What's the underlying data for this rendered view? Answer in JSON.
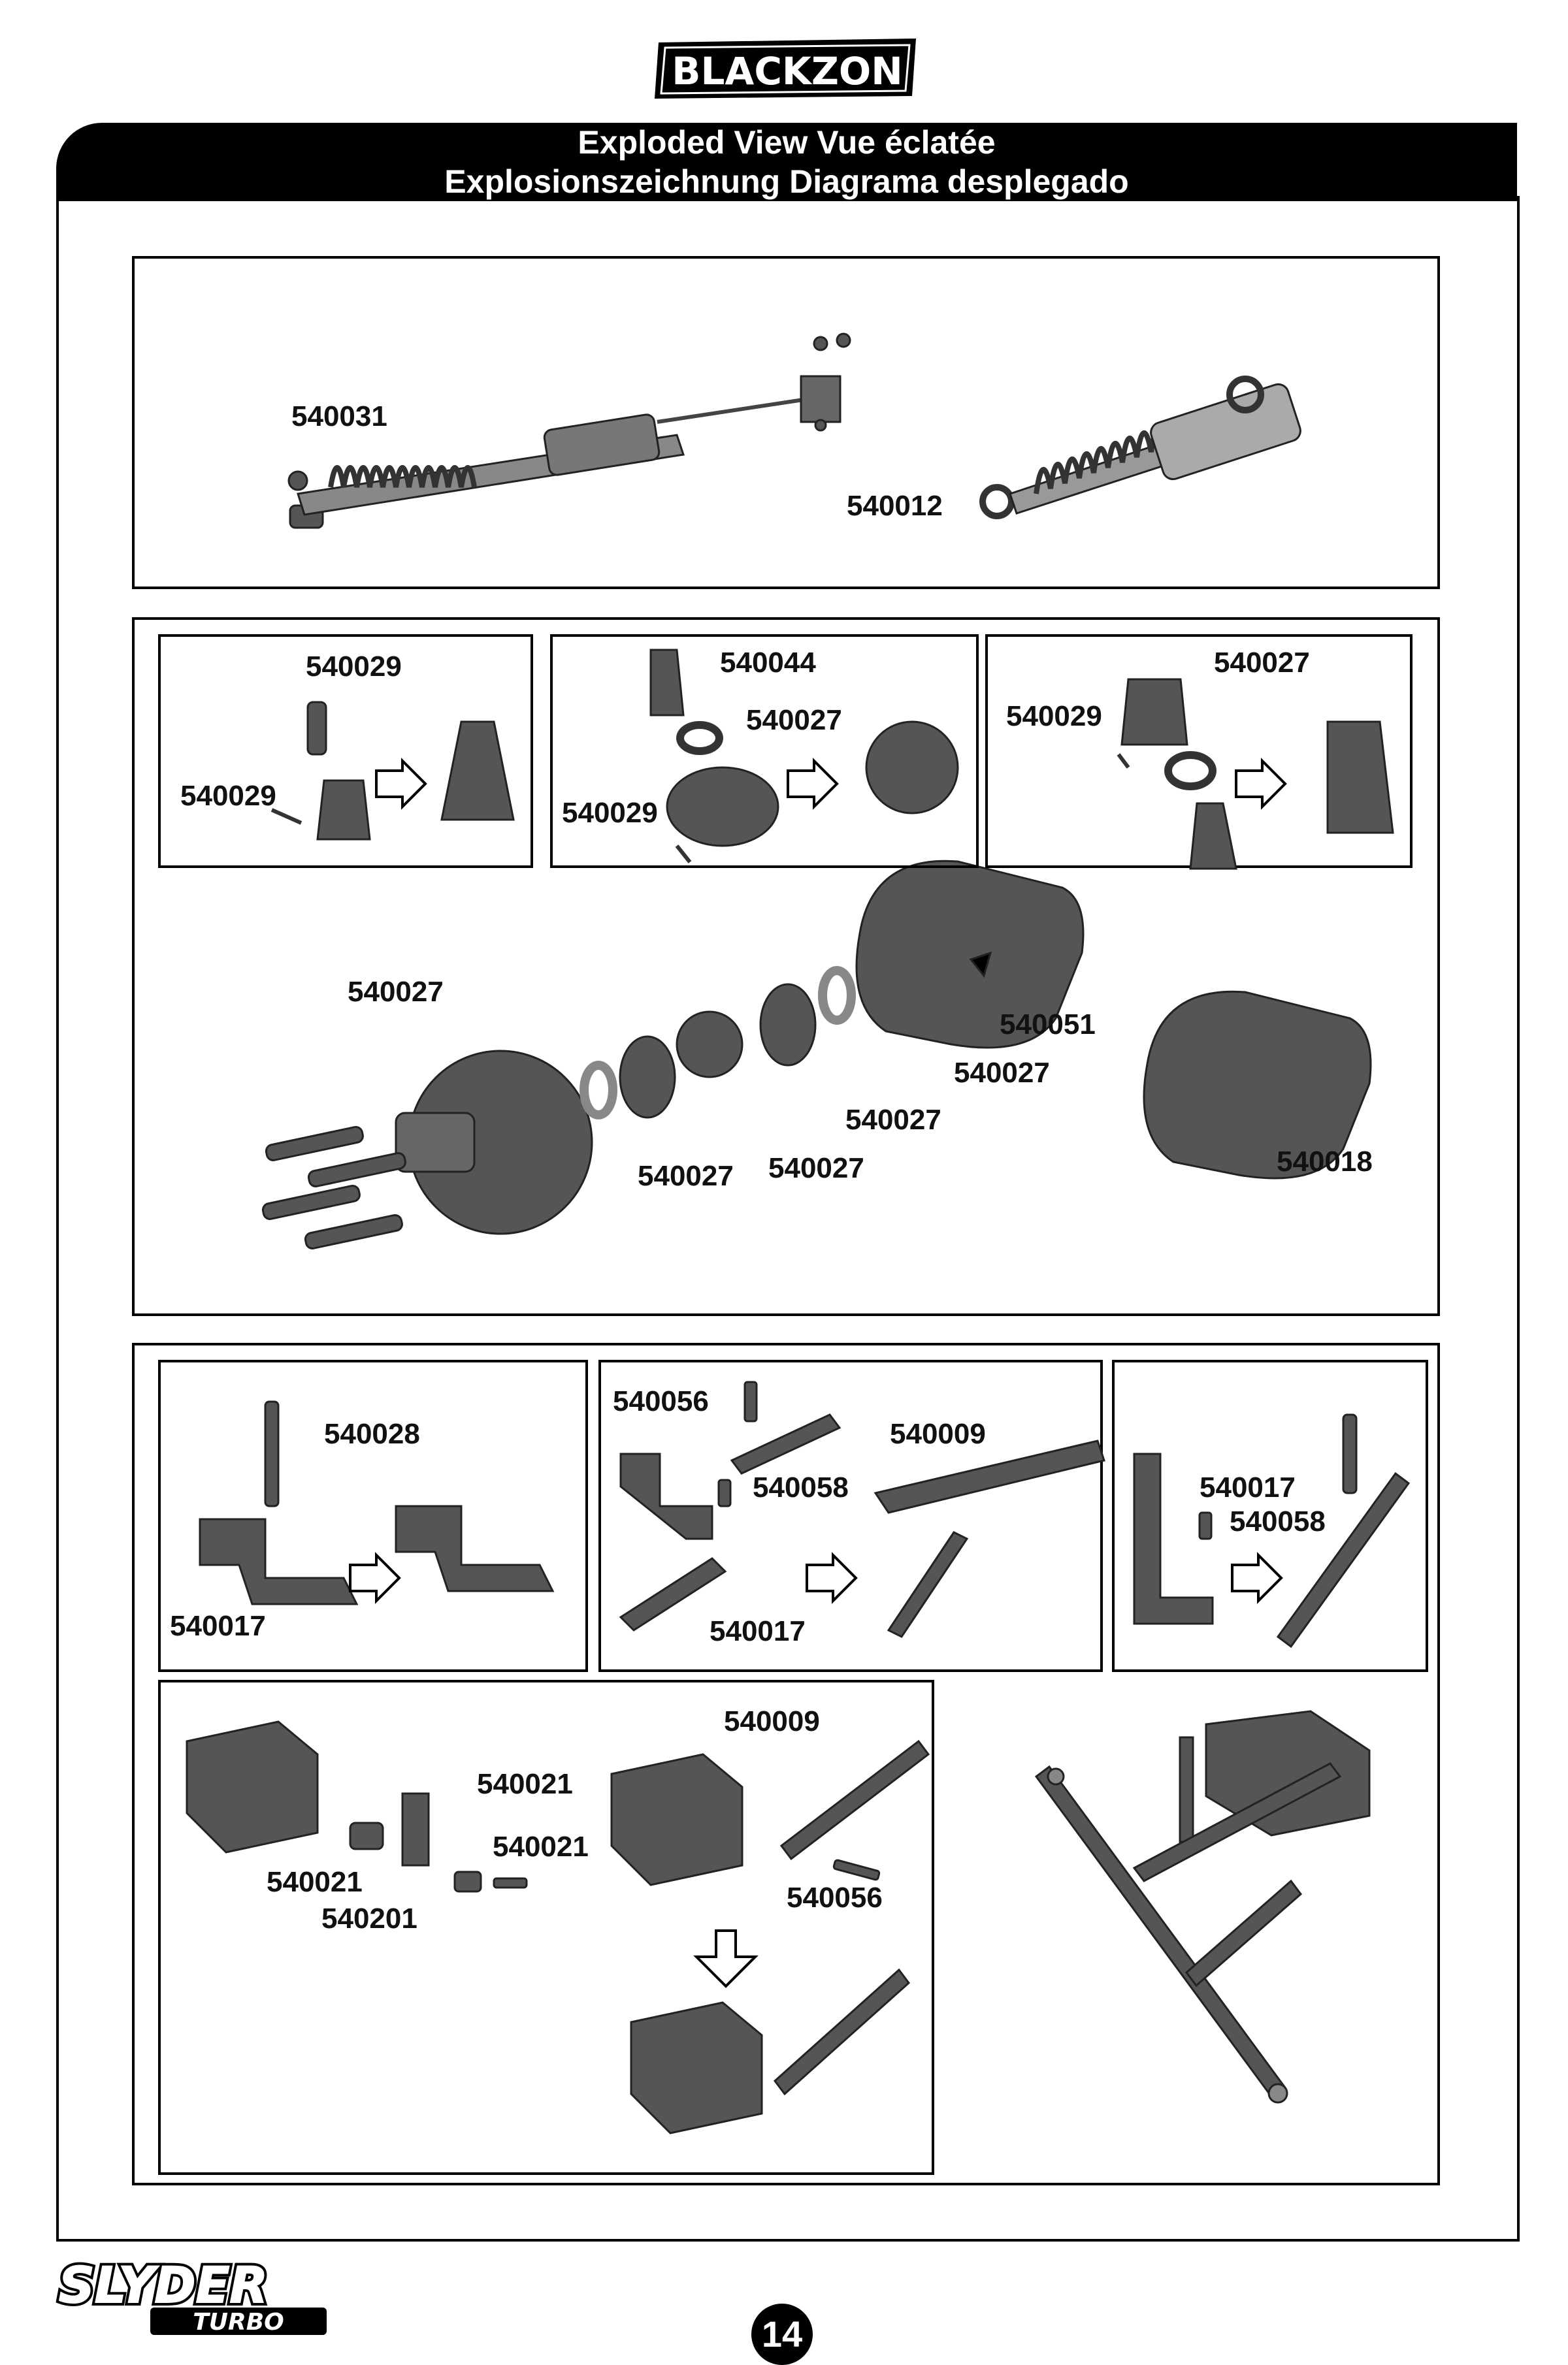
{
  "brand": {
    "name": "BLACKZON"
  },
  "header": {
    "line1": "Exploded View  Vue éclatée",
    "line2": "Explosionszeichnung  Diagrama desplegado"
  },
  "sections": {
    "shock": {
      "labels": [
        "540031",
        "540012"
      ]
    },
    "diff_upper_left": {
      "labels": [
        "540029",
        "540029"
      ]
    },
    "diff_upper_mid": {
      "labels": [
        "540044",
        "540027",
        "540029"
      ]
    },
    "diff_upper_right": {
      "labels": [
        "540027",
        "540029"
      ]
    },
    "diff_main": {
      "labels": [
        "540027",
        "540051",
        "540027",
        "540027",
        "540027",
        "540027",
        "540018"
      ]
    },
    "steer_left": {
      "labels": [
        "540028",
        "540017"
      ]
    },
    "steer_mid": {
      "labels": [
        "540056",
        "540009",
        "540058",
        "540017"
      ]
    },
    "steer_right": {
      "labels": [
        "540017",
        "540058"
      ]
    },
    "servo": {
      "labels": [
        "540009",
        "540021",
        "540021",
        "540021",
        "540201",
        "540056"
      ]
    }
  },
  "footer": {
    "logo_main": "SLYDER",
    "logo_sub": "TURBO",
    "page_number": "14"
  }
}
